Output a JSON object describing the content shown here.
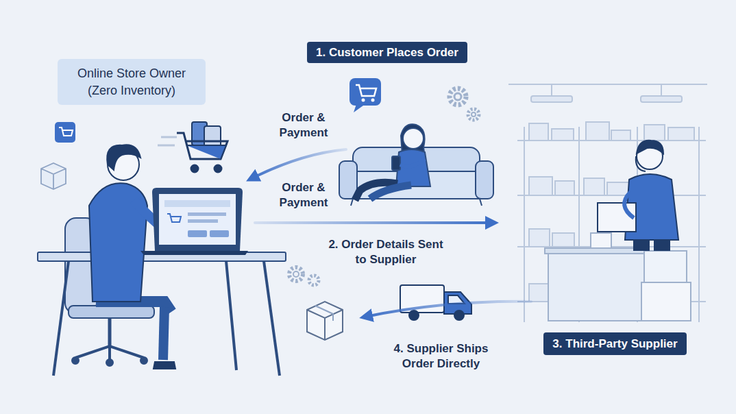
{
  "diagram": {
    "nodes": [
      {
        "text": [
          "Online Store Owner (Zero Inventory)"
        ]
      },
      {
        "text": [
          "1. Customer Places Order"
        ]
      },
      {
        "text": [
          "3. Third-Party Supplier"
        ]
      }
    ],
    "labels": [
      "Order & Payment",
      "Order & Payment",
      "2. Order Details Sent to Supplier",
      "4. Supplier Ships Order Directly"
    ]
  }
}
